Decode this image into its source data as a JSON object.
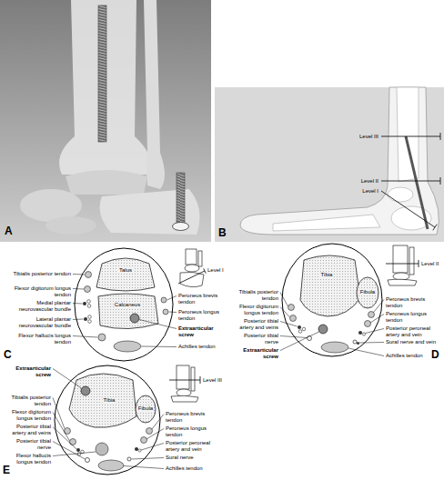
{
  "diagram": {
    "labels": [
      "A",
      "Level III",
      "Level II",
      "Level I",
      "B",
      "Talus",
      "Calcaneus",
      "Tibialis posterior tendon",
      "Flexor digitorum longus tendon",
      "Medial plantar neurovascular bundle",
      "Lateral plantar neurovascular bundle",
      "Flexor hallucis longus tendon",
      "Peroneus brevis tendon",
      "Peroneus longus tendon",
      "Extraarticular screw",
      "Achilles tendon",
      "Level I",
      "C",
      "Level II",
      "Tibia",
      "Fibula",
      "Tibialis posterior tendon",
      "Flexor digitorum longus tendon",
      "Posterior tibial artery and veins",
      "Posterior tibial nerve",
      "Extraarticular screw",
      "Peroneus brevis tendon",
      "Peroneus longus tendon",
      "Posterior peroneal artery and vein",
      "Sural nerve and vein",
      "Achilles tendon",
      "D",
      "Extraarticular screw",
      "Level III",
      "Tibia",
      "Fibula",
      "Tibialis posterior tendon",
      "Flexor digitorum longus tendon",
      "Posterior tibial artery and veins",
      "Posterior tibial nerve",
      "Flexor hallucis longus tendon",
      "Peroneus brevis tendon",
      "Peroneus longus tendon",
      "Posterior peroneal artery and vein",
      "Sural nerve",
      "Achilles tendon",
      "E"
    ]
  }
}
